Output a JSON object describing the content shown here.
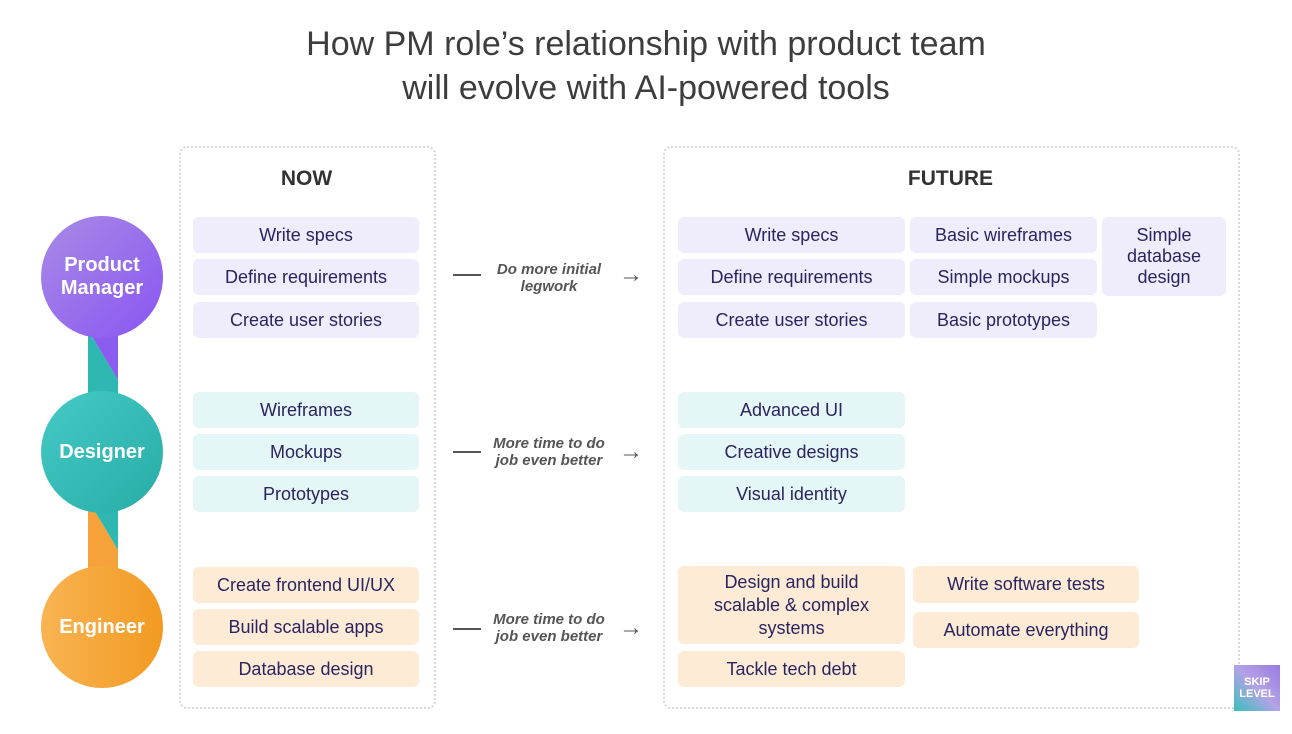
{
  "title": {
    "line1": "How PM role’s relationship with product team",
    "line2": "will evolve with AI-powered tools"
  },
  "now": {
    "heading": "NOW",
    "pm": [
      "Write specs",
      "Define requirements",
      "Create user stories"
    ],
    "designer": [
      "Wireframes",
      "Mockups",
      "Prototypes"
    ],
    "engineer": [
      "Create frontend UI/UX",
      "Build scalable apps",
      "Database design"
    ]
  },
  "future": {
    "heading": "FUTURE",
    "pm_col1": [
      "Write specs",
      "Define requirements",
      "Create user stories"
    ],
    "pm_col2": [
      "Basic wireframes",
      "Simple mockups",
      "Basic prototypes"
    ],
    "pm_col3": "Simple database design",
    "designer": [
      "Advanced UI",
      "Creative designs",
      "Visual identity"
    ],
    "engineer_col1": [
      "Design and build scalable & complex systems",
      "Tackle tech debt"
    ],
    "engineer_col2": [
      "Write software tests",
      "Automate everything"
    ]
  },
  "roles": {
    "pm": "Product Manager",
    "designer": "Designer",
    "engineer": "Engineer"
  },
  "arrows": {
    "pm": "Do more initial legwork",
    "designer": "More time to do job even better",
    "engineer": "More time to do job even better"
  },
  "logo": "SKIP LEVEL",
  "colors": {
    "purple": "#8b5cf0",
    "teal": "#2fb8b2",
    "orange": "#f5a23a"
  }
}
